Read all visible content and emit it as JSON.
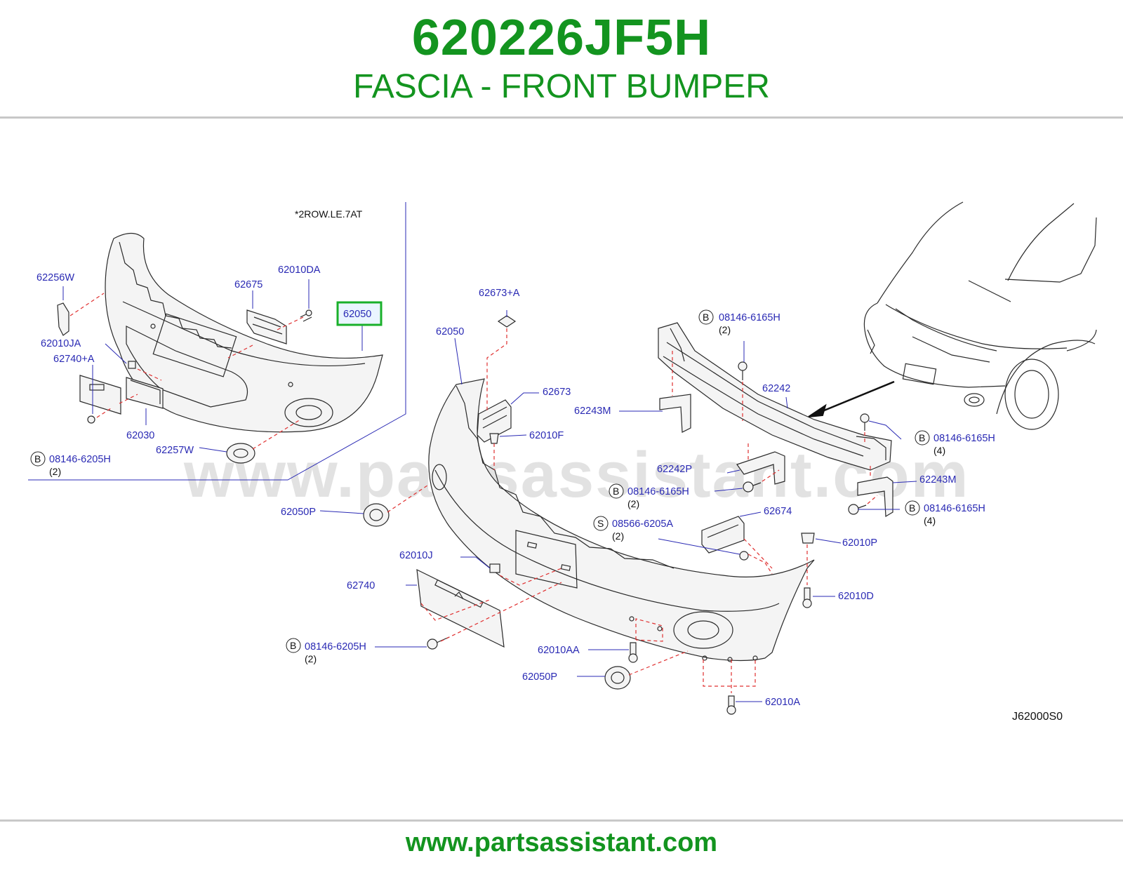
{
  "header": {
    "part_number": "620226JF5H",
    "part_name": "FASCIA - FRONT BUMPER"
  },
  "footer": {
    "url": "www.partsassistant.com"
  },
  "diagram": {
    "watermark": "www.partsassistant.com",
    "note": "*2ROW.LE.7AT",
    "code": "J62000S0",
    "highlighted_part": "62050",
    "labels": {
      "l_62256W": "62256W",
      "l_62010JA": "62010JA",
      "l_62740A": "62740+A",
      "l_62675": "62675",
      "l_62010DA": "62010DA",
      "l_62030": "62030",
      "l_62257W": "62257W",
      "l_08146_6205H_a": "08146-6205H",
      "l_qty2_a": "(2)",
      "l_62673A": "62673+A",
      "l_62050": "62050",
      "l_62673": "62673",
      "l_62010F": "62010F",
      "l_62050P_a": "62050P",
      "l_62010J": "62010J",
      "l_62740": "62740",
      "l_08146_6205H_b": "08146-6205H",
      "l_qty2_b": "(2)",
      "l_62010AA": "62010AA",
      "l_62050P_b": "62050P",
      "l_62010A": "62010A",
      "l_08146_6165H_a": "08146-6165H",
      "l_qty2_c": "(2)",
      "l_62242": "62242",
      "l_62243M_a": "62243M",
      "l_62242P": "62242P",
      "l_08146_6165H_b": "08146-6165H",
      "l_qty2_d": "(2)",
      "l_08566_6205A": "08566-6205A",
      "l_qty2_e": "(2)",
      "l_62674": "62674",
      "l_62010P": "62010P",
      "l_62010D": "62010D",
      "l_08146_6165H_c": "08146-6165H",
      "l_qty4_a": "(4)",
      "l_62243M_b": "62243M",
      "l_08146_6165H_d": "08146-6165H",
      "l_qty4_b": "(4)"
    },
    "callouts": {
      "b1": "B",
      "b2": "B",
      "b3": "B",
      "b4": "B",
      "b5": "B",
      "b6": "B",
      "s1": "S"
    }
  },
  "colors": {
    "brand_green": "#13941f",
    "label_blue": "#2a2ab4",
    "leader_red": "#e03030",
    "highlight_green": "#19b02a"
  }
}
